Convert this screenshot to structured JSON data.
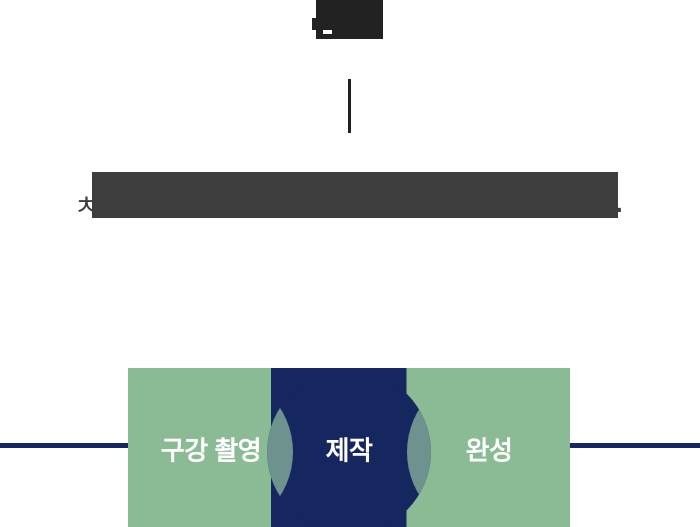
{
  "page": {
    "bg_color": "#ffffff"
  },
  "header": {
    "badge": {
      "box_color": "#222222",
      "fragment_color": "#ffffff"
    },
    "divider_color": "#222222"
  },
  "subtitle": {
    "visible_first_char": "ㅊ",
    "visible_period": ".",
    "redaction_color": "#3e3e3e",
    "text_color": "#3e3e3e"
  },
  "process": {
    "line_color": "#16275f",
    "panel_color": "#8bbb95",
    "center_color": "#16275f",
    "overlap_color": "#6e938f",
    "label_color": "#ffffff",
    "steps": [
      {
        "label": "구강 촬영"
      },
      {
        "label": "제작"
      },
      {
        "label": "완성"
      }
    ]
  }
}
